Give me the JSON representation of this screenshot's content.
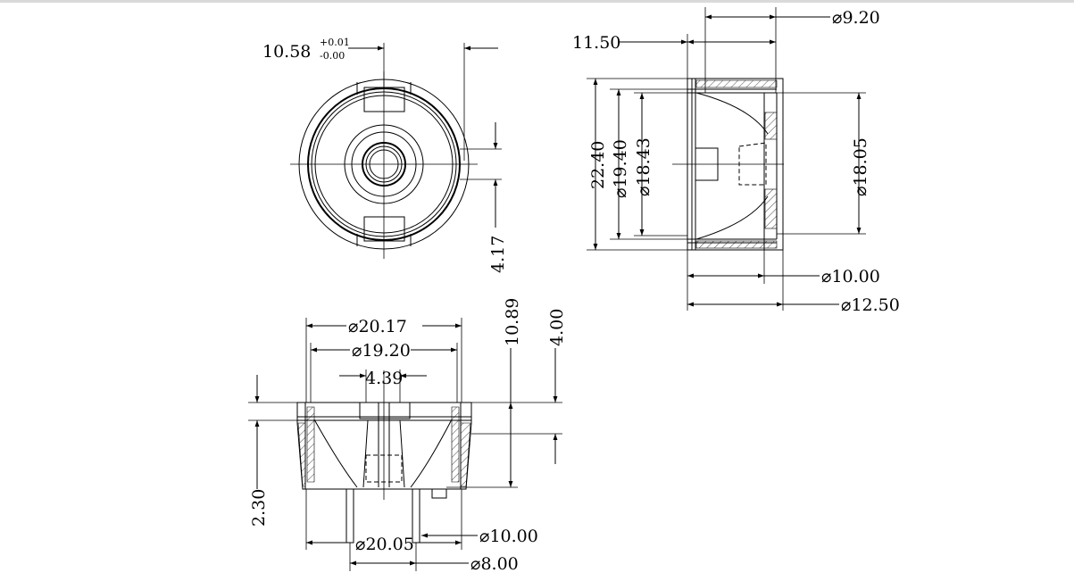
{
  "drawing": {
    "front_view": {
      "width_dim": "10.58",
      "tol_upper": "+0.01",
      "tol_lower": "-0.00",
      "height_dim": "4.17"
    },
    "side_view": {
      "dims": {
        "d_9_20": "⌀9.20",
        "d_11_50": "11.50",
        "d_22_40": "22.40",
        "d_19_40": "⌀19.40",
        "d_18_43": "⌀18.43",
        "d_18_05": "⌀18.05",
        "d_10_00": "⌀10.00",
        "d_12_50": "⌀12.50"
      }
    },
    "section_view": {
      "dims": {
        "d_20_17": "⌀20.17",
        "d_19_20": "⌀19.20",
        "d_4_39": "4.39",
        "d_10_89": "10.89",
        "d_4_00": "4.00",
        "d_2_30": "2.30",
        "d_20_05": "⌀20.05",
        "d_10_00": "⌀10.00",
        "d_8_00": "⌀8.00"
      }
    }
  }
}
